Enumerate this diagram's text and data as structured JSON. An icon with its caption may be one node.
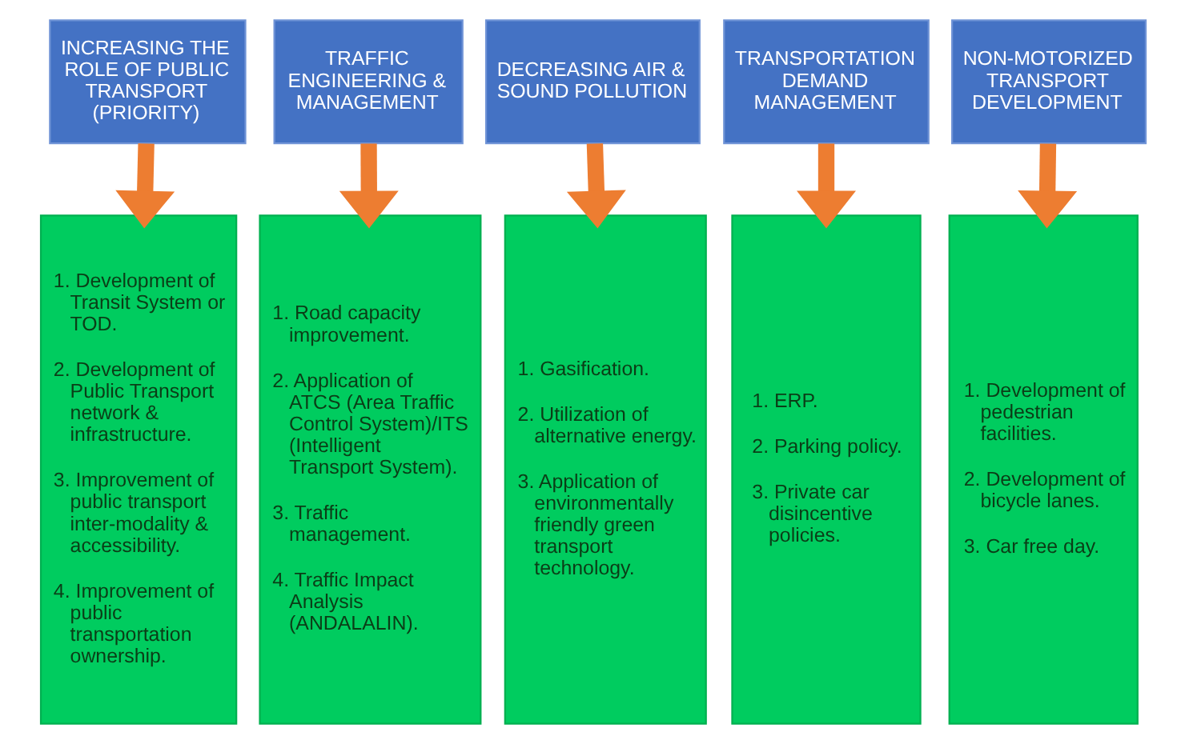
{
  "diagram": {
    "nodes": [
      {
        "text": [
          "INCREASING THE ROLE OF PUBLIC TRANSPORT (PRIORITY)"
        ]
      },
      {
        "text": [
          "TRAFFIC ENGINEERING & MANAGEMENT"
        ]
      },
      {
        "text": [
          "DECREASING AIR & SOUND POLLUTION"
        ]
      },
      {
        "text": [
          "TRANSPORTATION DEMAND MANAGEMENT"
        ]
      },
      {
        "text": [
          "NON-MOTORIZED TRANSPORT DEVELOPMENT"
        ]
      },
      {
        "text": [
          "1. Development of Transit System or TOD.",
          "2. Development of Public Transport network & infrastructure.",
          "3. Improvement of public transport inter-modality & accessibility.",
          "4. Improvement of public transportation ownership."
        ]
      },
      {
        "text": [
          "1. Road capacity improvement.",
          "2. Application of ATCS (Area Traffic Control System)/ITS (Intelligent Transport System).",
          "3. Traffic management.",
          "4. Traffic Impact Analysis (ANDALALIN)."
        ]
      },
      {
        "text": [
          "1. Gasification.",
          "2. Utilization of alternative energy.",
          "3. Application of environmentally friendly green transport technology."
        ]
      },
      {
        "text": [
          "1. ERP.",
          "2. Parking policy.",
          "3. Private car disincentive policies."
        ]
      },
      {
        "text": [
          "1. Development of pedestrian facilities.",
          "2. Development of bicycle lanes.",
          "3. Car free day."
        ]
      }
    ],
    "edges": [
      {
        "from": 0,
        "to": 5,
        "arrow": "to",
        "color": "#ed7d31"
      },
      {
        "from": 1,
        "to": 6,
        "arrow": "to",
        "color": "#ed7d31"
      },
      {
        "from": 2,
        "to": 7,
        "arrow": "to",
        "color": "#ed7d31"
      },
      {
        "from": 3,
        "to": 8,
        "arrow": "to",
        "color": "#ed7d31"
      },
      {
        "from": 4,
        "to": 9,
        "arrow": "to",
        "color": "#ed7d31"
      }
    ]
  }
}
